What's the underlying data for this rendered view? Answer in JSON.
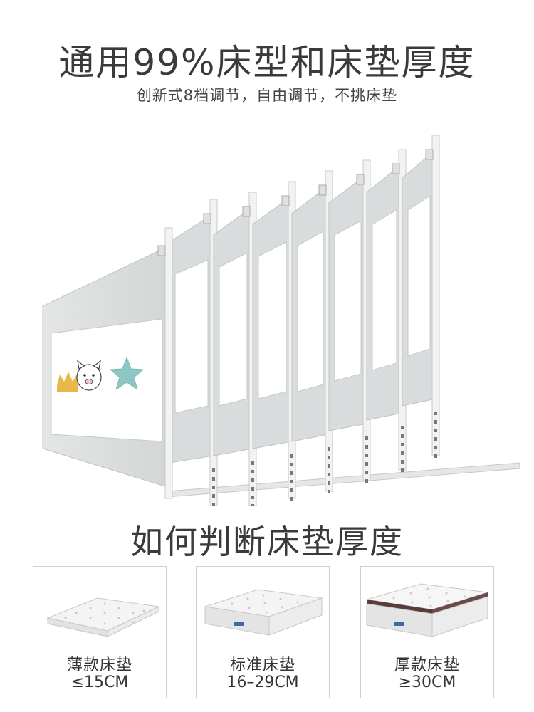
{
  "header": {
    "title": "通用99%床型和床垫厚度",
    "subtitle": "创新式8档调节，自由调节，不挑床垫"
  },
  "section": {
    "title": "如何判断床垫厚度"
  },
  "mattresses": [
    {
      "name": "薄款床垫",
      "range": "≤15CM"
    },
    {
      "name": "标准床垫",
      "range": "16–29CM"
    },
    {
      "name": "厚款床垫",
      "range": "≥30CM"
    }
  ],
  "colors": {
    "panel": "#d9dcdc",
    "panel_edge": "#bfc3c3",
    "pole": "#f2f2f2",
    "star": "#8cc7c5",
    "crown": "#e8b84a"
  }
}
